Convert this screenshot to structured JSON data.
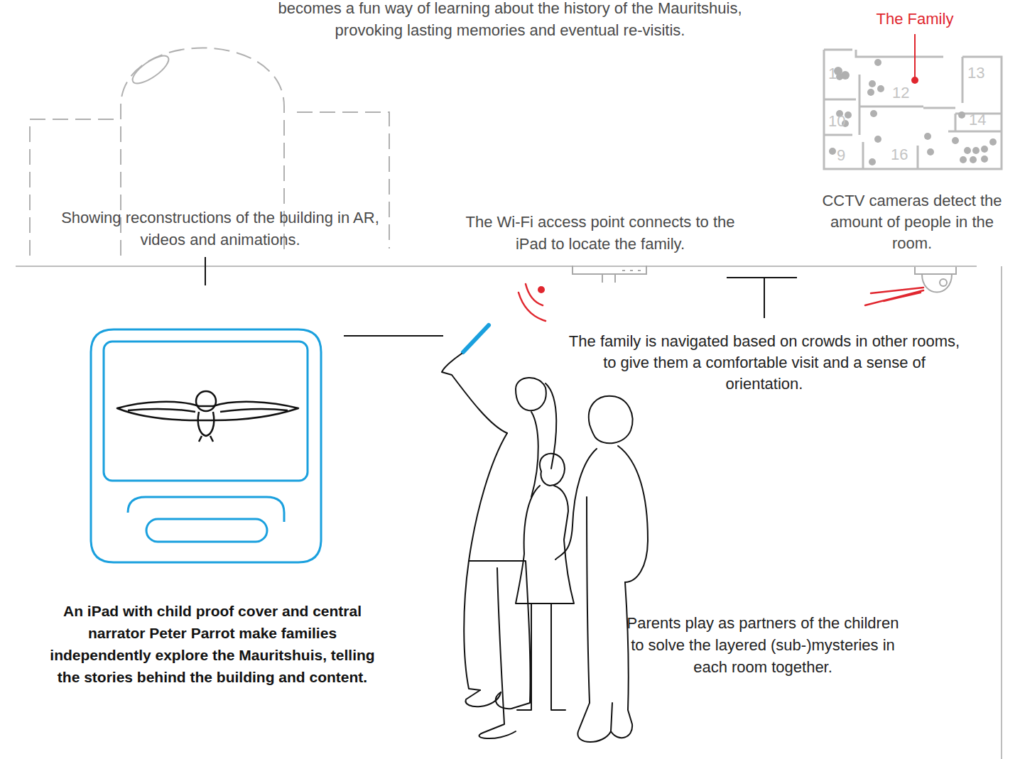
{
  "diagram": {
    "labels": [
      "becomes a fun way of learning about the history of the Mauritshuis, provoking lasting memories and eventual re-visitis.",
      "The Family",
      "1",
      "12",
      "13",
      "10",
      "14",
      "9",
      "16",
      "CCTV cameras detect the amount of people in the room.",
      "Showing reconstructions of the building in AR, videos and animations.",
      "The Wi-Fi access point connects to the iPad to locate the family.",
      "The family is navigated based on crowds in other rooms, to give them a comfortable visit and a sense of orientation.",
      "An iPad with child proof cover and central narrator Peter Parrot make families independently explore the Mauritshuis, telling the stories behind the building and content.",
      "Parents play as partners of the children to solve the layered (sub-)mysteries in each room together."
    ]
  }
}
